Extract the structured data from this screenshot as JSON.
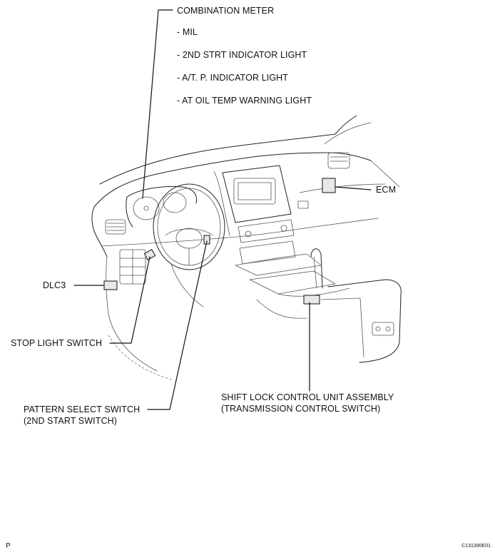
{
  "labels": {
    "combination_meter": "COMBINATION METER",
    "mil": "- MIL",
    "second_start_indicator": "- 2ND STRT INDICATOR LIGHT",
    "atp_indicator": "- A/T. P. INDICATOR LIGHT",
    "at_oil_temp": "- AT OIL TEMP WARNING LIGHT",
    "ecm": "ECM",
    "dlc3": "DLC3",
    "stop_light_switch": "STOP LIGHT SWITCH",
    "shift_lock_line1": "SHIFT LOCK CONTROL UNIT ASSEMBLY",
    "shift_lock_line2": "(TRANSMISSION CONTROL SWITCH)",
    "pattern_select_line1": "PATTERN SELECT SWITCH",
    "pattern_select_line2": "(2ND START SWITCH)"
  },
  "footer": {
    "left": "P",
    "right": "C131390E01"
  }
}
